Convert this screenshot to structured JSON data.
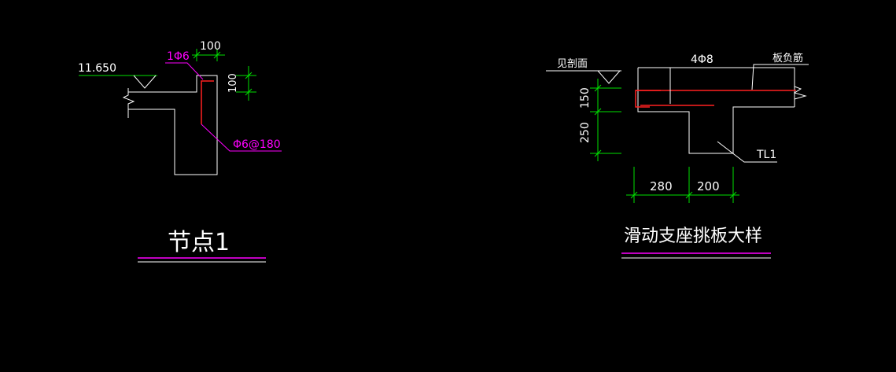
{
  "node1": {
    "elevation": "11.650",
    "rebar_top": "1Φ6",
    "dim_width": "100",
    "dim_height": "100",
    "rebar_stirrup": "Φ6@180",
    "title": "节点1"
  },
  "detail2": {
    "section_ref": "见剖面",
    "rebar_top": "4Φ8",
    "slab_rebar": "板负筋",
    "dim_150": "150",
    "dim_250": "250",
    "beam_label": "TL1",
    "dim_280": "280",
    "dim_200": "200",
    "title": "滑动支座挑板大样"
  },
  "colors": {
    "background": "#000000",
    "outline": "#ffffff",
    "dimension": "#00e000",
    "annotation": "#ff00ff",
    "rebar": "#ff2020"
  }
}
